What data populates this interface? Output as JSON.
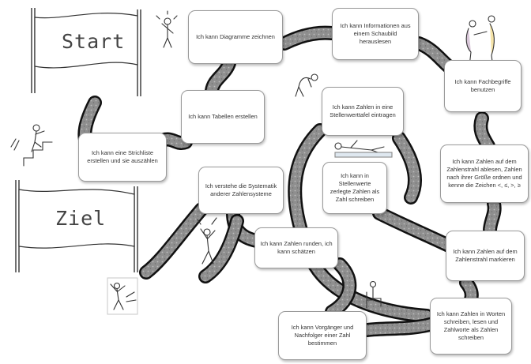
{
  "flags": {
    "start": "Start",
    "ziel": "Ziel"
  },
  "cards": {
    "diagramme": "Ich kann Diagramme zeichnen",
    "informationen": "Ich kann Informationen aus einem Schaubild herauslesen",
    "fachbegriffe": "Ich kann Fachbegriffe benutzen",
    "tabellen": "Ich kann Tabellen erstellen",
    "stellenwerttafel": "Ich kann Zahlen in eine Stellenwerttafel eintragen",
    "strichliste": "Ich kann eine Strichliste erstellen und sie auszählen",
    "zahlenstrahl_ablesen": "Ich kann Zahlen auf dem Zahlenstrahl ablesen, Zahlen nach ihrer Größe ordnen und kenne die Zeichen <, ≤, >, ≥",
    "systematik": "Ich verstehe die Systematik anderer Zahlensysteme",
    "zerlegte_zahlen": "Ich kann in Stellenwerte zerlegte Zahlen als Zahl schreiben",
    "runden": "Ich kann Zahlen runden, ich kann schätzen",
    "zahlenstrahl_markieren": "Ich kann Zahlen auf dem Zahlenstrahl markieren",
    "vorgaenger": "Ich kann Vorgänger und Nachfolger einer Zahl bestimmen",
    "worte": "Ich kann Zahlen in Worten schreiben, lesen und Zahlworte als Zahlen schreiben"
  },
  "colors": {
    "path_fill": "#8f8f8f",
    "path_edge": "#111111",
    "card_border": "#9a9a9a",
    "text": "#333333"
  }
}
